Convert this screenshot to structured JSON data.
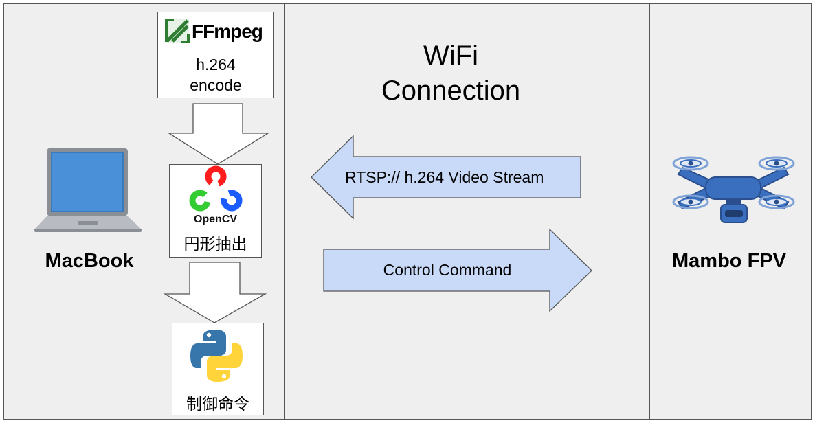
{
  "diagram": {
    "macbook": {
      "label": "MacBook",
      "ffmpeg_logo": "FFmpeg",
      "encode_text_line1": "h.264",
      "encode_text_line2": "encode",
      "opencv_logo": "OpenCV",
      "opencv_caption": "円形抽出",
      "python_caption": "制御命令"
    },
    "wifi": {
      "title_line1": "WiFi",
      "title_line2": "Connection",
      "rtsp_arrow": "RTSP:// h.264 Video Stream",
      "control_arrow": "Control Command"
    },
    "drone": {
      "label": "Mambo FPV"
    },
    "colors": {
      "panel_bg": "#efefef",
      "arrow_fill": "#c9daf8",
      "laptop_screen": "#4a90d9",
      "drone_body": "#3a6fc0",
      "opencv_red": "#ff1c1c",
      "opencv_green": "#33cc33",
      "opencv_blue": "#1c5cff",
      "python_blue": "#3776ab",
      "python_yellow": "#ffd43b",
      "ffmpeg_green": "#2e7d32"
    }
  }
}
